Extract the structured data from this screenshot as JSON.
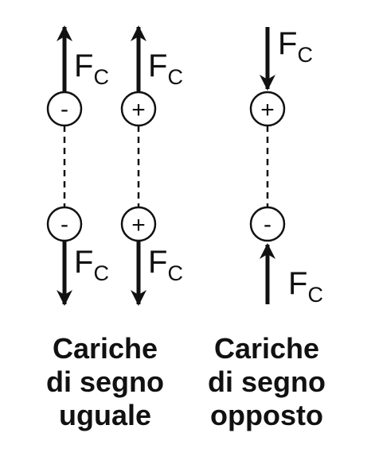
{
  "labels": {
    "force_main": "F",
    "force_sub": "C",
    "minus": "-",
    "plus": "+"
  },
  "captions": {
    "same_sign": {
      "line1": "Cariche",
      "line2": "di segno",
      "line3": "uguale"
    },
    "opposite_sign": {
      "line1": "Cariche",
      "line2": "di segno",
      "line3": "opposto"
    }
  },
  "colors": {
    "ink": "#111111",
    "background": "#ffffff"
  }
}
